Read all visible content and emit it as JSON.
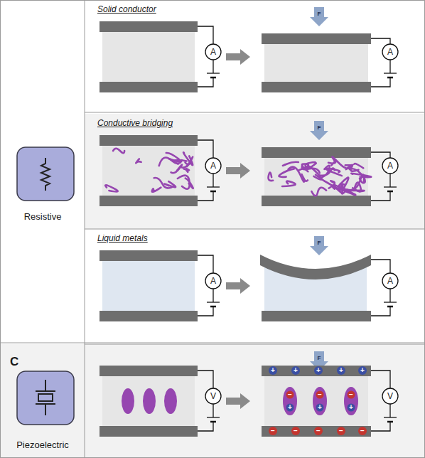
{
  "diagram": {
    "nodes": [
      {
        "text": [
          "Resistive"
        ]
      },
      {
        "text": [
          "Solid conductor"
        ]
      },
      {
        "text": [
          "Conductive bridging"
        ]
      },
      {
        "text": [
          "Liquid metals"
        ]
      },
      {
        "text": [
          "Piezoelectric"
        ]
      }
    ],
    "labels": [
      "C",
      "A",
      "F",
      "A",
      "A",
      "F",
      "A",
      "A",
      "F",
      "A",
      "V",
      "F",
      "V",
      "+",
      "+",
      "+",
      "+",
      "+",
      "−",
      "−",
      "−",
      "−",
      "−",
      "−",
      "+",
      "−",
      "+",
      "−",
      "+"
    ]
  }
}
